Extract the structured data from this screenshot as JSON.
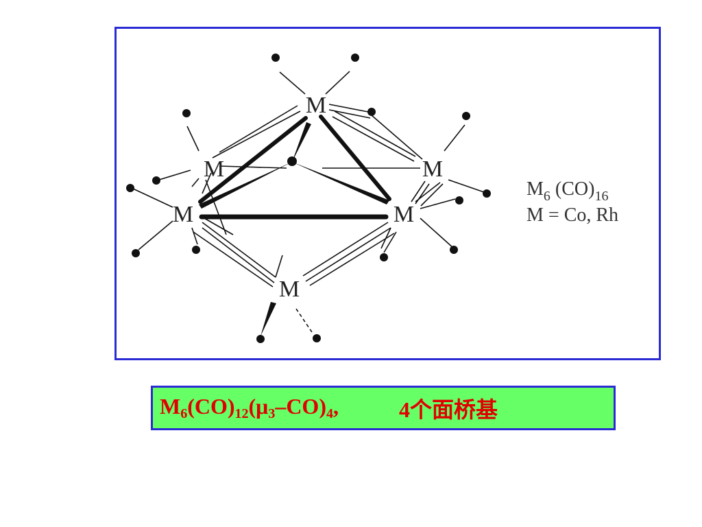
{
  "diagram": {
    "metal_label": "M",
    "formula": {
      "line1_main": "M",
      "line1_sub1": "6",
      "line1_mid": " (CO)",
      "line1_sub2": "16",
      "line2": "M = Co, Rh"
    }
  },
  "caption": {
    "m": "M",
    "s6": "6",
    "co1": "(CO)",
    "s12": "12",
    "mu": "(μ",
    "s3": "3",
    "co2": "–CO)",
    "s4": "4",
    "comma": ",",
    "desc": "4个面桥基"
  },
  "colors": {
    "frame_border": "#2b2bd6",
    "caption_bg": "#66ff66",
    "caption_text": "#e00000"
  }
}
